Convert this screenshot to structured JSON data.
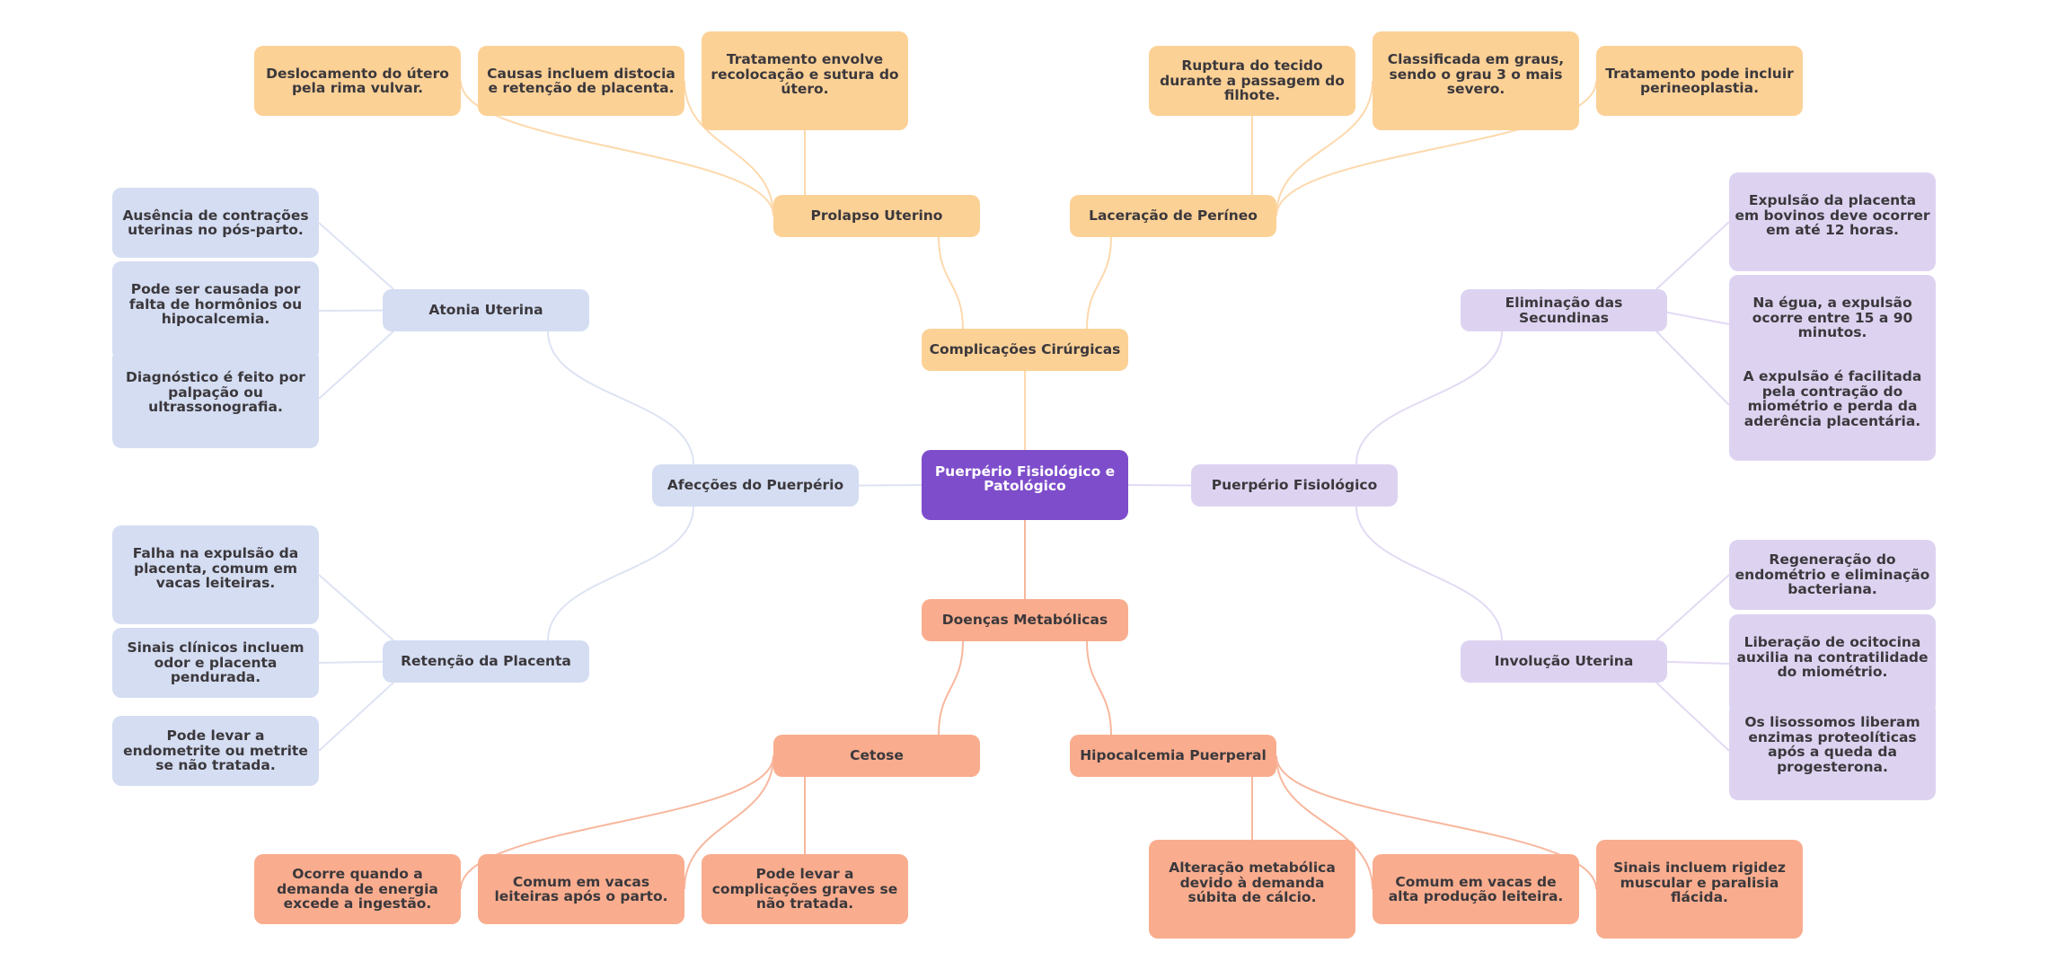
{
  "title": "Puerpério Fisiológico e Patológico",
  "colors": {
    "root": "#7e4dcb",
    "surgical": "#fcd196",
    "metabolic": "#f9ad8e",
    "affections": "#d4ddf2",
    "physiological": "#ddd3f1",
    "text": "#3b383c"
  },
  "root": {
    "label": "Puerpério Fisiológico e Patológico"
  },
  "branches": {
    "surgical": {
      "label": "Complicações Cirúrgicas",
      "prolapse": {
        "label": "Prolapso Uterino",
        "leaves": [
          "Deslocamento do útero pela rima vulvar.",
          "Causas incluem distocia e retenção de placenta.",
          "Tratamento envolve recolocação e sutura do útero."
        ]
      },
      "laceration": {
        "label": "Laceração de Períneo",
        "leaves": [
          "Ruptura do tecido durante a passagem do filhote.",
          "Classificada em graus, sendo o grau 3 o mais severo.",
          "Tratamento pode incluir perineoplastia."
        ]
      }
    },
    "metabolic": {
      "label": "Doenças Metabólicas",
      "ketosis": {
        "label": "Cetose",
        "leaves": [
          "Ocorre quando a demanda de energia excede a ingestão.",
          "Comum em vacas leiteiras após o parto.",
          "Pode levar a complicações graves se não tratada."
        ]
      },
      "hypocalcemia": {
        "label": "Hipocalcemia Puerperal",
        "leaves": [
          "Alteração metabólica devido à demanda súbita de cálcio.",
          "Comum em vacas de alta produção leiteira.",
          "Sinais incluem rigidez muscular e paralisia flácida."
        ]
      }
    },
    "affections": {
      "label": "Afecções do Puerpério",
      "atony": {
        "label": "Atonia Uterina",
        "leaves": [
          "Ausência de contrações uterinas no pós-parto.",
          "Pode ser causada por falta de hormônios ou hipocalcemia.",
          "Diagnóstico é feito por palpação ou ultrassonografia."
        ]
      },
      "retention": {
        "label": "Retenção da Placenta",
        "leaves": [
          "Falha na expulsão da placenta, comum em vacas leiteiras.",
          "Sinais clínicos incluem odor e placenta pendurada.",
          "Pode levar a endometrite ou metrite se não tratada."
        ]
      }
    },
    "physiological": {
      "label": "Puerpério Fisiológico",
      "secundinas": {
        "label": "Eliminação das Secundinas",
        "leaves": [
          "Expulsão da placenta em bovinos deve ocorrer em até 12 horas.",
          "Na égua, a expulsão ocorre entre 15 a 90 minutos.",
          "A expulsão é facilitada pela contração do miométrio e perda da aderência placentária."
        ]
      },
      "involution": {
        "label": "Involução Uterina",
        "leaves": [
          "Regeneração do endométrio e eliminação bacteriana.",
          "Liberação de ocitocina auxilia na contratilidade do miométrio.",
          "Os lisossomos liberam enzimas proteolíticas após a queda da progesterona."
        ]
      }
    }
  }
}
